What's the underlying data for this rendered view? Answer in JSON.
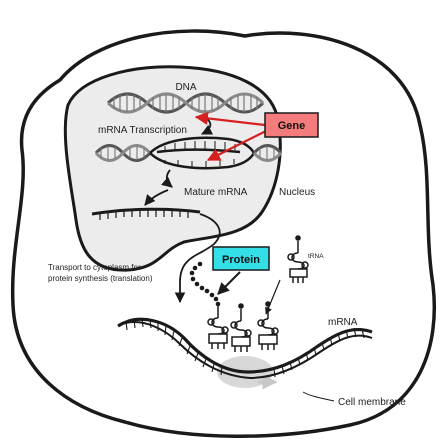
{
  "labels": {
    "dna": "DNA",
    "mrna_transcription": "mRNA Transcription",
    "mature_mrna": "Mature mRNA",
    "nucleus": "Nucleus",
    "transport_line1": "Transport to cytoplasm for",
    "transport_line2": "protein synthesis (translation)",
    "mrna": "mRNA",
    "trna": "tRNA",
    "cell_membrane": "Cell membrane"
  },
  "callouts": {
    "gene": "Gene",
    "protein": "Protein"
  },
  "colors": {
    "gene_box": "#f47c7c",
    "protein_box": "#33e0e8",
    "arrow_red": "#d62020",
    "nucleus_fill": "#ececec",
    "outline": "#1a1a1a"
  }
}
